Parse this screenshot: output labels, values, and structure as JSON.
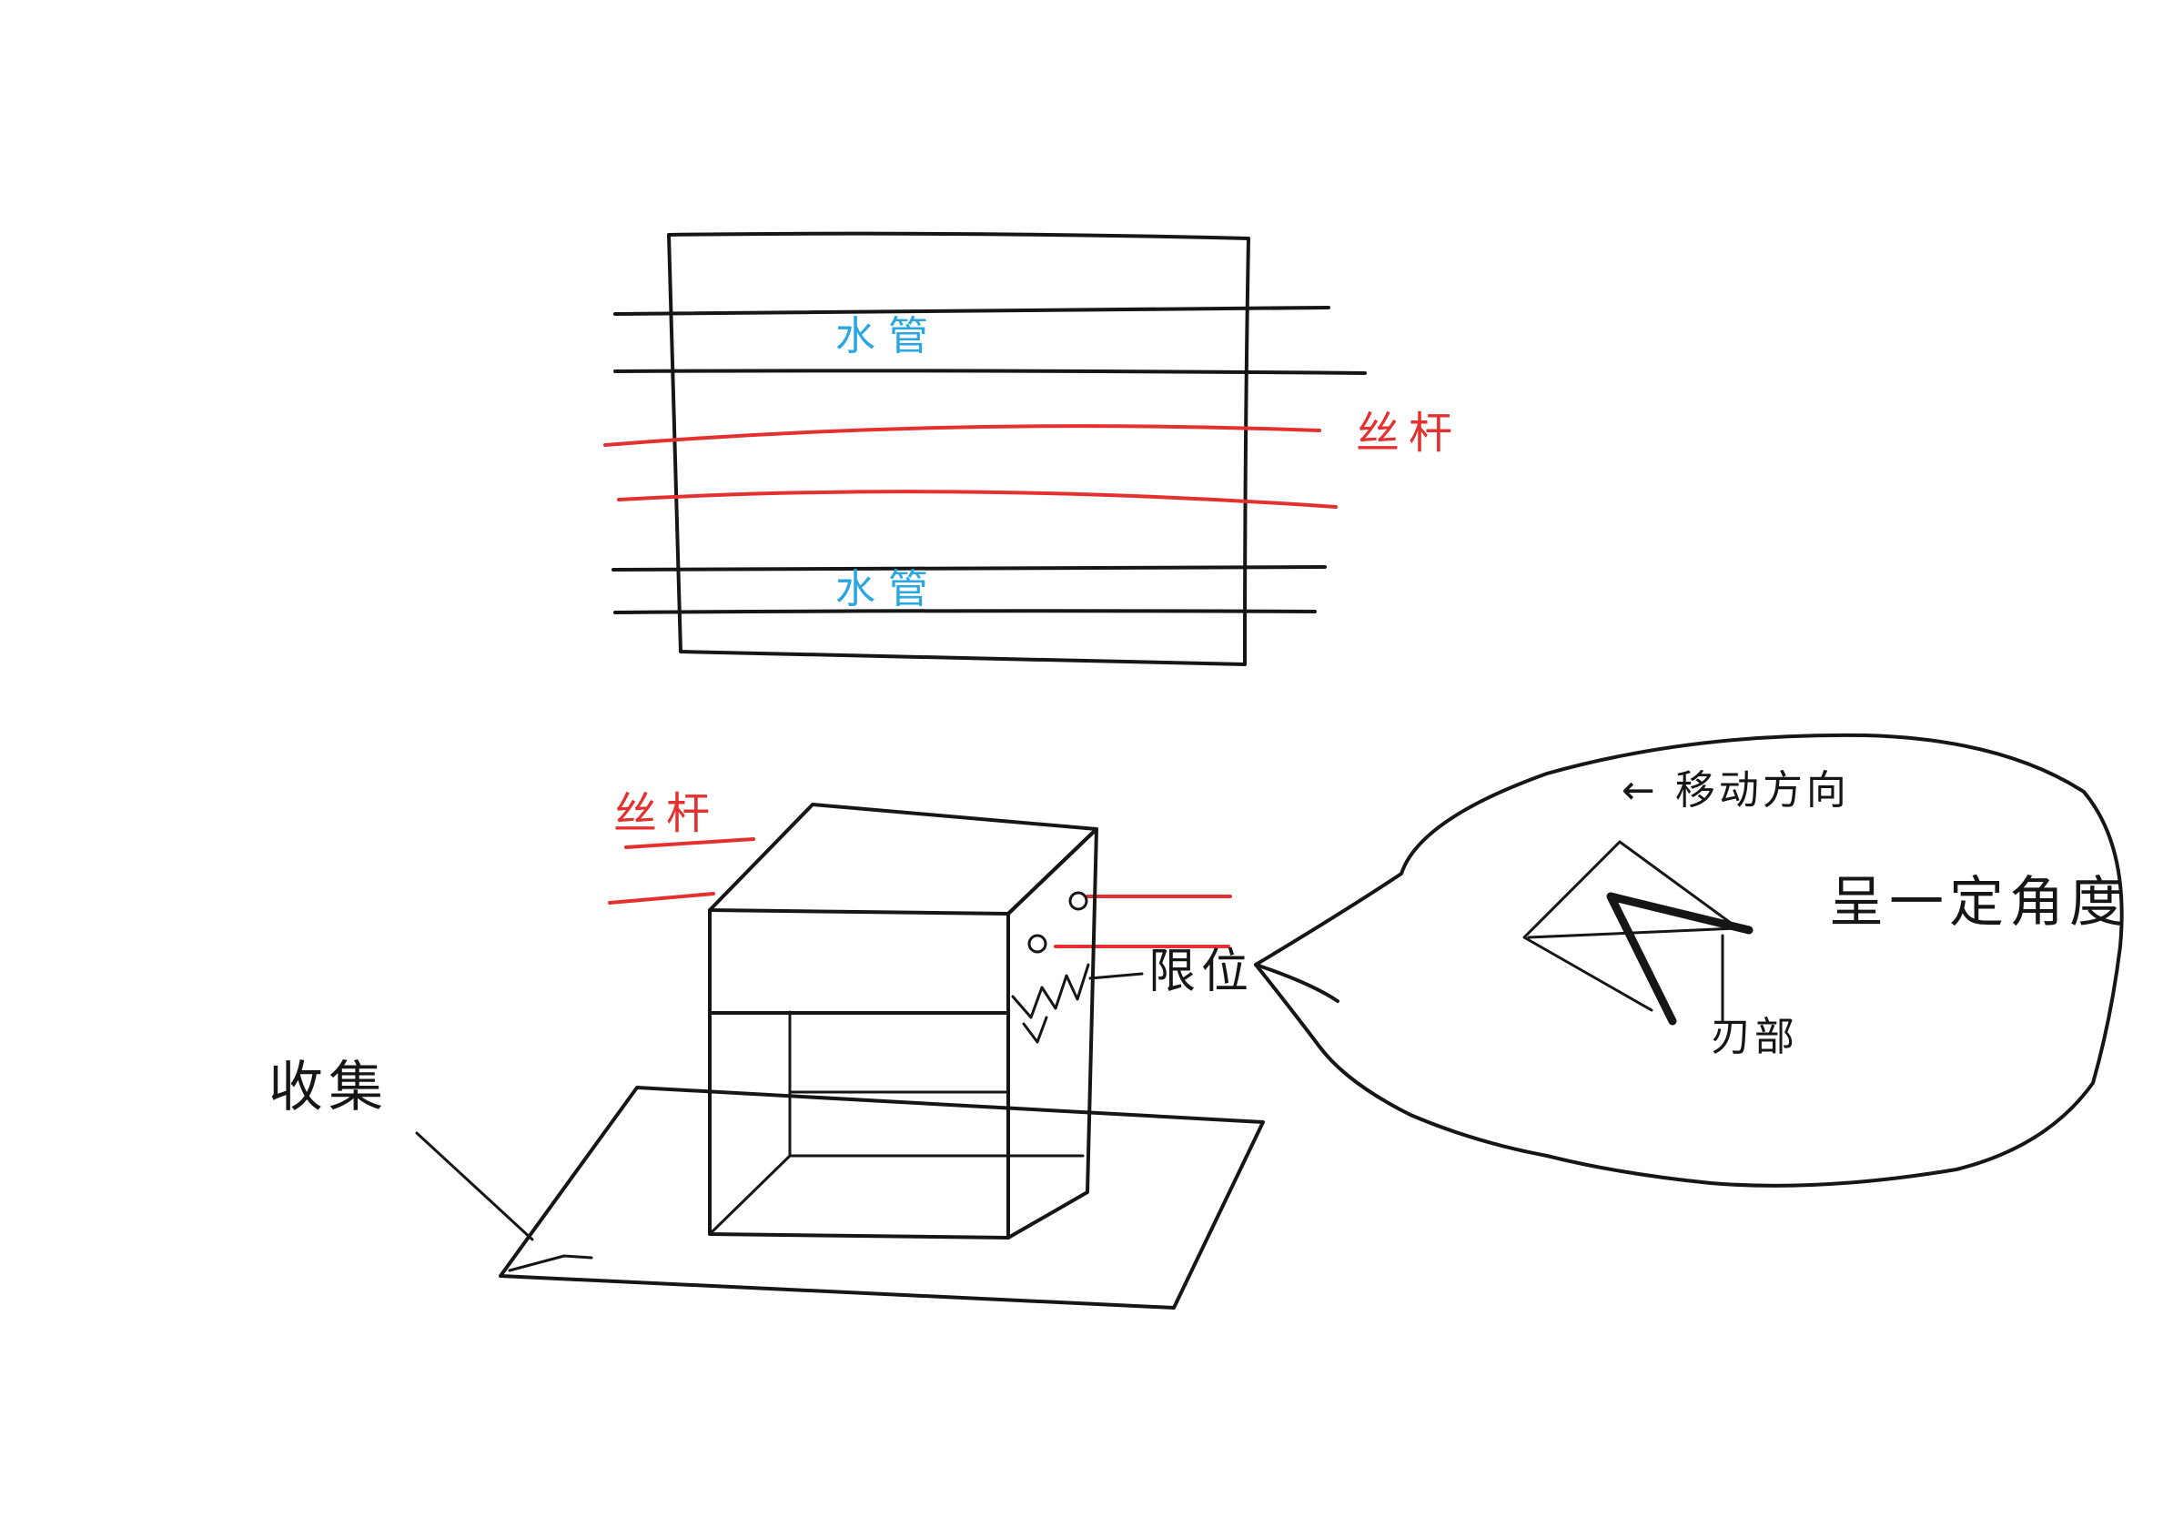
{
  "diagram": {
    "colors": {
      "ink": "#161616",
      "screw_rod": "#e2312f",
      "water_pipe": "#2aa6e0"
    },
    "top_view": {
      "water_pipe_label_1": "水管",
      "water_pipe_label_2": "水管",
      "screw_rod_label": "丝杆"
    },
    "side_view": {
      "screw_rod_label": "丝杆",
      "limit_label": "限位",
      "collect_label": "收集"
    },
    "callout": {
      "direction_label": "← 移动方向",
      "angle_label": "呈一定角度",
      "blade_label": "刃部"
    }
  }
}
